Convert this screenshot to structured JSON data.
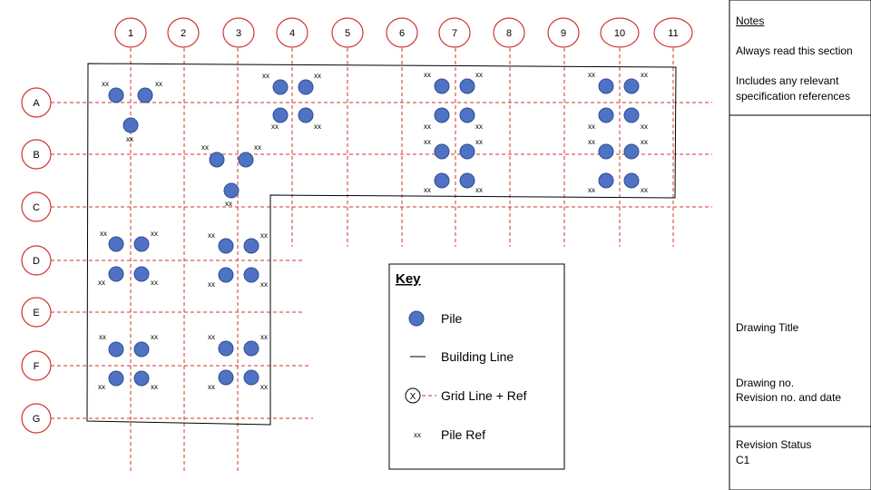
{
  "grid": {
    "columns": [
      "1",
      "2",
      "3",
      "4",
      "5",
      "6",
      "7",
      "8",
      "9",
      "10",
      "11"
    ],
    "rows": [
      "A",
      "B",
      "C",
      "D",
      "E",
      "F",
      "G"
    ],
    "line_color": "#d0342c"
  },
  "pile_color": "#4f72c4",
  "pile_ref_label": "xx",
  "key": {
    "title": "Key",
    "items": [
      {
        "symbol": "pile",
        "label": "Pile"
      },
      {
        "symbol": "building-line",
        "label": "Building Line"
      },
      {
        "symbol": "grid-ref",
        "label": "Grid Line + Ref",
        "marker": "X"
      },
      {
        "symbol": "pile-ref",
        "label": "Pile Ref",
        "marker": "xx"
      }
    ]
  },
  "title_block": {
    "notes_heading": "Notes",
    "notes_line1": "Always read this section",
    "notes_line2": "Includes any relevant",
    "notes_line3": "specification references",
    "drawing_title": "Drawing Title",
    "drawing_no": "Drawing no.",
    "revision_no": "Revision no. and date",
    "revision_status": "Revision Status",
    "revision_code": "C1"
  }
}
